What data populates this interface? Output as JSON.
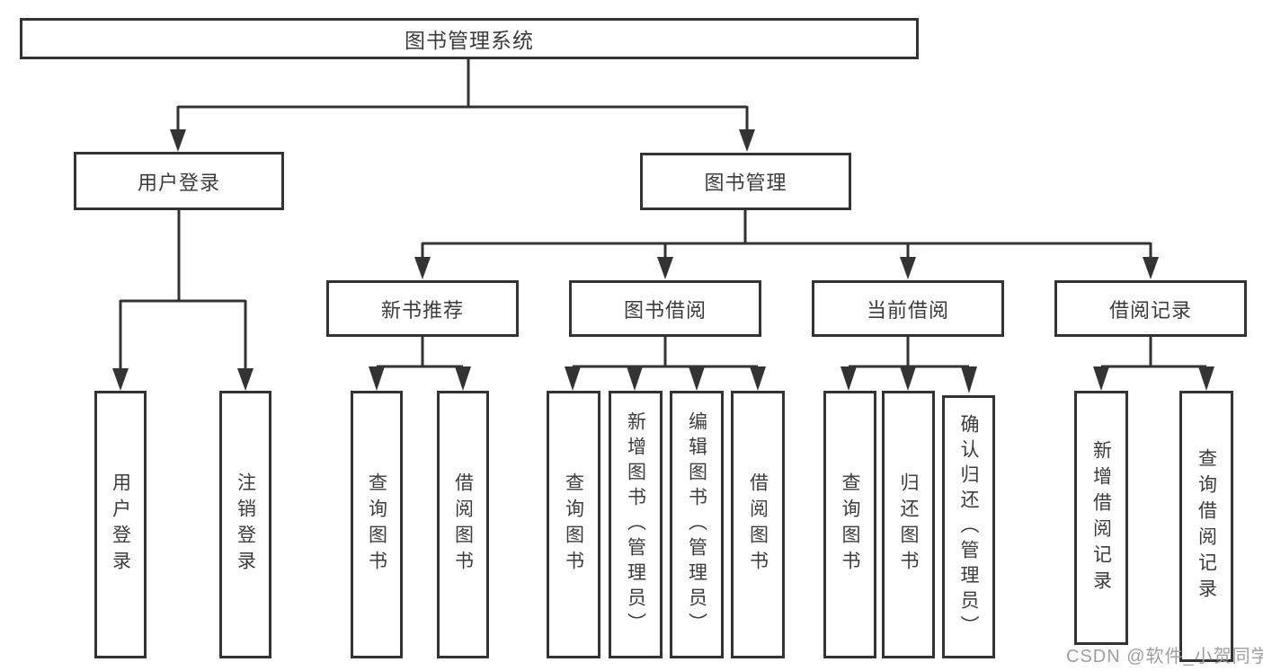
{
  "diagram": {
    "root": "图书管理系统",
    "level2": {
      "user_login": "用户登录",
      "book_management": "图书管理"
    },
    "level3": {
      "new_book_recommend": "新书推荐",
      "book_borrow": "图书借阅",
      "current_borrow": "当前借阅",
      "borrow_records": "借阅记录"
    },
    "leaves": {
      "user_login": "用户登录",
      "logout": "注销登录",
      "recommend_query_books": "查询图书",
      "recommend_borrow_books": "借阅图书",
      "borrow_query_books": "查询图书",
      "borrow_add_book_admin": "新增图书（管理员）",
      "borrow_edit_book_admin": "编辑图书（管理员）",
      "borrow_borrow_books": "借阅图书",
      "current_query_books": "查询图书",
      "current_return_books": "归还图书",
      "current_confirm_return_admin": "确认归还（管理员）",
      "records_add_record": "新增借阅记录",
      "records_query_record": "查询借阅记录"
    }
  },
  "watermark": "CSDN @软件_小贺同学",
  "colors": {
    "line": "#333333",
    "box_border": "#333333",
    "text": "#3c3c3c",
    "watermark": "#9e9e9e",
    "background": "#ffffff"
  }
}
